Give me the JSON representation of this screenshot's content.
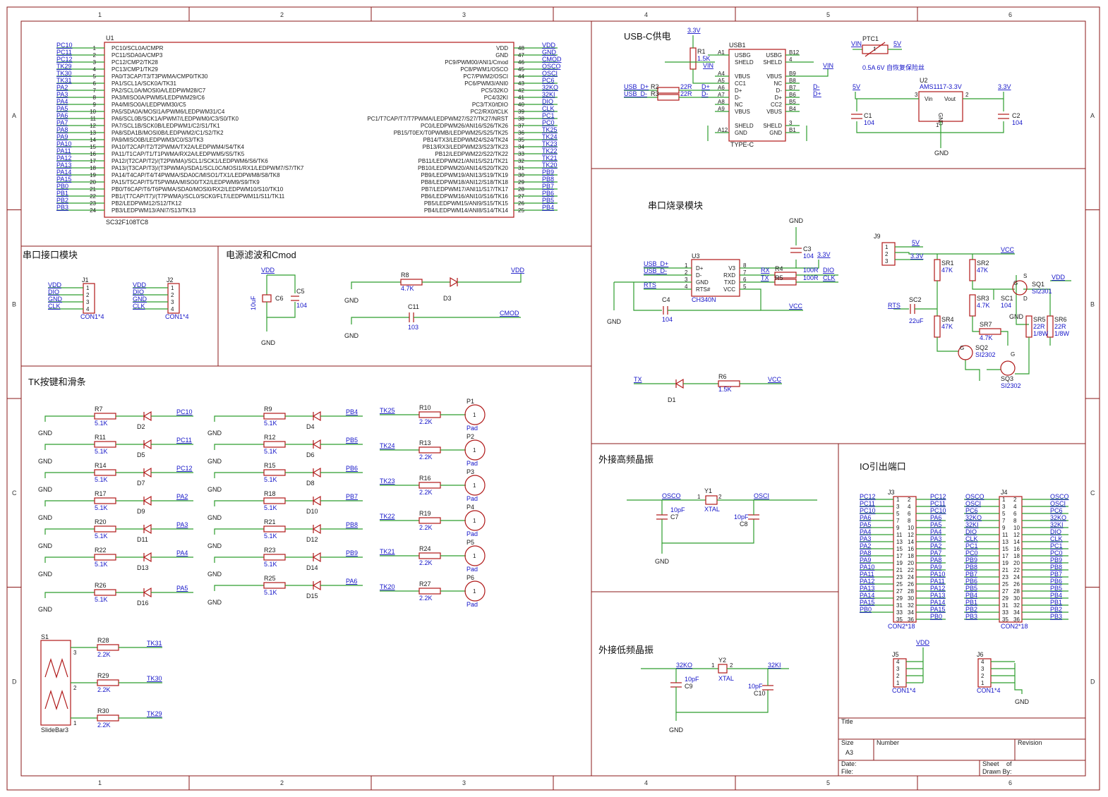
{
  "border": {
    "cols": [
      "1",
      "2",
      "3",
      "4",
      "5",
      "6"
    ],
    "rows": [
      "A",
      "B",
      "C",
      "D"
    ]
  },
  "sections": {
    "mcu": "",
    "usb_power": "USB-C供电",
    "uart_if": "串口接口模块",
    "power_filter": "电源滤波和Cmod",
    "uart_prog": "串口烧录模块",
    "tk_keys": "TK按键和滑条",
    "hf_osc": "外接高频晶振",
    "lf_osc": "外接低频晶振",
    "io_port": "IO引出端口"
  },
  "mcu": {
    "ref": "U1",
    "part": "SC32F108TC8",
    "left_nets": [
      "PC10",
      "PC11",
      "PC12",
      "TK29",
      "TK30",
      "TK31",
      "PA2",
      "PA3",
      "PA4",
      "PA5",
      "PA6",
      "PA7",
      "PA8",
      "PA9",
      "PA10",
      "PA11",
      "PA12",
      "PA13",
      "PA14",
      "PA15",
      "PB0",
      "PB1",
      "PB2",
      "PB3"
    ],
    "left_pins": [
      "PC10/SCL0A/CMPR",
      "PC11/SDA0A/CMP3",
      "PC12/CMP2/TK28",
      "PC13/CMP1/TK29",
      "PA0/T3CAP/T3/T3PWMA/CMP0/TK30",
      "PA1/SCL1A/SCK0A/TK31",
      "PA2/SCL0A/MOSI0A/LEDPWM28/C7",
      "PA3/MISO0A/PWM5/LEDPWM29/C6",
      "PA4/MISO0A/LEDPWM30/C5",
      "PA5/SDA0A/MOSI1A/PWM6/LEDPWM31/C4",
      "PA6/SCL0B/SCK1A/PWM7/LEDPWM0/C3/S0/TK0",
      "PA7/SCL1B/SCK0B/LEDPWM1/C2/S1/TK1",
      "PA8/SDA1B/MOSI0B/LEDPWM2/C1/S2/TK2",
      "PA9/MISO0B/LEDPWM3/C0/S3/TK3",
      "PA10/T2CAP/T2/T2PWMA/TX2A/LEDPWM4/S4/TK4",
      "PA11/T1CAP/T1/T1PWMA/RX2A/LEDPWM5/S5/TK5",
      "PA12/(T2CAP/T2)/(T2PWMA)/SCL1/SCK1/LEDPWM6/S6/TK6",
      "PA13/(T3CAP/T3)/(T3PWMA)/SDA1/SCL0C/MOSI1/RX1/LEDPWM7/S7/TK7",
      "PA14/T4CAP/T4/T4PWMA/SDA0C/MISO1/TX1/LEDPWM8/S8/TK8",
      "PA15/T5CAP/T5/T5PWMA/MISO0/TX2/LEDPWM9/S9/TK9",
      "PB0/T6CAP/T6/T6PWMA/SDA0/MOSI0/RX2/LEDPWM10/S10/TK10",
      "PB1/(T7CAP/T7)/(T7PWMA)/SCL0/SCK0/FLT/LEDPWM11/S11/TK11",
      "PB2/LEDPWM12/S12/TK12",
      "PB3/LEDPWM13/ANI7/S13/TK13"
    ],
    "left_nums": [
      "1",
      "2",
      "3",
      "4",
      "5",
      "6",
      "7",
      "8",
      "9",
      "10",
      "11",
      "12",
      "13",
      "14",
      "15",
      "16",
      "17",
      "18",
      "19",
      "20",
      "21",
      "22",
      "23",
      "24"
    ],
    "right_pins": [
      "VDD",
      "GND",
      "PC9/PWM00/ANI1/Cmod",
      "PC8/PWM1/OSCO",
      "PC7/PWM2/OSCI",
      "PC6/PWM3/ANI0",
      "PC5/32KO",
      "PC4/32KI",
      "PC3/TX0/tDIO",
      "PC2/RX0/tCLK",
      "PC1/T7CAP/T7/T7PWMA/LEDPWM27/S27/TK27/NRST",
      "PC0/LEDPWM26/ANI16/S26/TK26",
      "PB15/T0EX/T0PWMB/LEDPWM25/S25/TK25",
      "PB14/TX3/LEDPWM24/S24/TK24",
      "PB13/RX3/LEDPWM23/S23/TK23",
      "PB12/LEDPWM22/S22/TK22",
      "PB11/LEDPWM21/ANI15/S21/TK21",
      "PB10/LEDPWM20/ANI14/S20/TK20",
      "PB9/LEDPWM19/ANI13/S19/TK19",
      "PB8/LEDPWM18/ANI12/S18/TK18",
      "PB7/LEDPWM17/ANI11/S17/TK17",
      "PB6/LEDPWM16/ANI10/S16/TK16",
      "PB5/LEDPWM15/ANI9/S15/TK15",
      "PB4/LEDPWM14/ANI8/S14/TK14"
    ],
    "right_nums": [
      "48",
      "47",
      "46",
      "45",
      "44",
      "43",
      "42",
      "41",
      "40",
      "39",
      "38",
      "37",
      "36",
      "35",
      "34",
      "33",
      "32",
      "31",
      "30",
      "29",
      "28",
      "27",
      "26",
      "25"
    ],
    "right_nets": [
      "VDD",
      "GND",
      "CMOD",
      "OSCO",
      "OSCI",
      "PC6",
      "32KO",
      "32KI",
      "DIO",
      "CLK",
      "PC1",
      "PC0",
      "TK25",
      "TK24",
      "TK23",
      "TK22",
      "TK21",
      "TK20",
      "PB9",
      "PB8",
      "PB7",
      "PB6",
      "PB5",
      "PB4"
    ]
  },
  "usb": {
    "ref": "USB1",
    "part": "TYPE-C",
    "pins_left": [
      "A1",
      "A4",
      "A5",
      "A6",
      "A7",
      "A8",
      "A9",
      "A12"
    ],
    "pins_right": [
      "B12",
      "4",
      "B9",
      "B8",
      "B7",
      "B6",
      "B5",
      "B4",
      "3",
      "B1"
    ],
    "labels_left": [
      "USBG",
      "SHELD",
      "VBUS",
      "CC1",
      "D+",
      "D-",
      "NC",
      "VBUS",
      "SHELD",
      "GND"
    ],
    "labels_right": [
      "USBG",
      "SHELD",
      "VBUS",
      "NC",
      "D-",
      "D+",
      "CC2",
      "VBUS",
      "SHELD",
      "GND"
    ],
    "r1": "R1",
    "r1_val": "1.5K",
    "r2": "R2",
    "r3": "R3",
    "r_val": "22R",
    "nets": [
      "3.3V",
      "VIN",
      "USB_D+",
      "USB_D-",
      "D+",
      "D-",
      "VIN",
      "D-",
      "D+"
    ]
  },
  "ptc": {
    "ref": "PTC1",
    "desc": "0.5A 6V 自恢复保险丝",
    "in": "VIN",
    "out": "5V",
    "t": "t"
  },
  "ldo": {
    "ref": "U2",
    "part": "AMS1117-3.3V",
    "vin": "Vin",
    "vout": "Vout",
    "gnd": "GND",
    "in": "5V",
    "out": "3.3V",
    "c1": "C1",
    "c2": "C2",
    "cval": "104",
    "p3": "3",
    "p2": "2",
    "p1": "1",
    "gnd_label": "GND"
  },
  "uart_if": {
    "j1": "J1",
    "j2": "J2",
    "part": "CON1*4",
    "nets": [
      "VDD",
      "DIO",
      "GND",
      "CLK"
    ],
    "nums": [
      "1",
      "2",
      "3",
      "4"
    ]
  },
  "power_filter": {
    "vdd": "VDD",
    "gnd": "GND",
    "c6": "C6",
    "c6v": "10uF",
    "c5": "C5",
    "c5v": "104",
    "r8": "R8",
    "r8v": "4.7K",
    "d3": "D3",
    "c11": "C11",
    "c11v": "103",
    "cmod": "CMOD"
  },
  "uart_prog": {
    "u3": "U3",
    "part": "CH340N",
    "lpins": [
      "D+",
      "D-",
      "GND",
      "RTS#"
    ],
    "rpins": [
      "V3",
      "RXD",
      "TXD",
      "VCC"
    ],
    "lnums": [
      "1",
      "2",
      "3",
      "4"
    ],
    "rnums": [
      "8",
      "7",
      "6",
      "5"
    ],
    "usbdp": "USB_D+",
    "usbdm": "USB_D-",
    "rts": "RTS",
    "c3": "C3",
    "c3v": "104",
    "v33": "3.3V",
    "gnd": "GND",
    "rx": "RX",
    "tx": "TX",
    "r4": "R4",
    "r5": "R5",
    "rv": "100R",
    "dio": "DIO",
    "clk": "CLK",
    "c4": "C4",
    "c4v": "104",
    "vcc": "VCC",
    "d1": "D1",
    "r6": "R6",
    "r6v": "1.5K",
    "tx2": "TX",
    "vcc2": "VCC",
    "j9": "J9",
    "j9nums": [
      "1",
      "2",
      "3"
    ],
    "v5": "5V",
    "v33b": "3.3V",
    "vcc3": "VCC",
    "sr1": "SR1",
    "sr2": "SR2",
    "sr3": "SR3",
    "sr4": "SR4",
    "sr5": "SR5",
    "sr6": "SR6",
    "sr7": "SR7",
    "v47k": "47K",
    "v47": "4.7K",
    "v22r": "22R",
    "v18w": "1/8W",
    "sc1": "SC1",
    "sc1v": "104",
    "sc2": "SC2",
    "sc2v": "22uF",
    "rts2": "RTS",
    "sq1": "SQ1",
    "sq1v": "SI2301",
    "sq2": "SQ2",
    "sq2v": "SI2302",
    "sq3": "SQ3",
    "sq3v": "SI2302",
    "vdd": "VDD",
    "gnd2": "GND",
    "g": "G",
    "s": "S",
    "d": "D"
  },
  "tk": {
    "col1": [
      {
        "r": "R7",
        "d": "D2",
        "net": "PC10"
      },
      {
        "r": "R11",
        "d": "D5",
        "net": "PC11"
      },
      {
        "r": "R14",
        "d": "D7",
        "net": "PC12"
      },
      {
        "r": "R17",
        "d": "D9",
        "net": "PA2"
      },
      {
        "r": "R20",
        "d": "D11",
        "net": "PA3"
      },
      {
        "r": "R22",
        "d": "D13",
        "net": "PA4"
      },
      {
        "r": "R26",
        "d": "D16",
        "net": "PA5"
      }
    ],
    "col2": [
      {
        "r": "R9",
        "d": "D4",
        "net": "PB4"
      },
      {
        "r": "R12",
        "d": "D6",
        "net": "PB5"
      },
      {
        "r": "R15",
        "d": "D8",
        "net": "PB6"
      },
      {
        "r": "R18",
        "d": "D10",
        "net": "PB7"
      },
      {
        "r": "R21",
        "d": "D12",
        "net": "PB8"
      },
      {
        "r": "R23",
        "d": "D14",
        "net": "PB9"
      },
      {
        "r": "R25",
        "d": "D15",
        "net": "PA6"
      }
    ],
    "col3": [
      {
        "net": "TK25",
        "r": "R10",
        "p": "P1"
      },
      {
        "net": "TK24",
        "r": "R13",
        "p": "P2"
      },
      {
        "net": "TK23",
        "r": "R16",
        "p": "P3"
      },
      {
        "net": "TK22",
        "r": "R19",
        "p": "P4"
      },
      {
        "net": "TK21",
        "r": "R24",
        "p": "P5"
      },
      {
        "net": "TK20",
        "r": "R27",
        "p": "P6"
      }
    ],
    "rval": "5.1K",
    "rval2": "2.2K",
    "gnd": "GND",
    "pad": "Pad",
    "padnum": "1",
    "slider": {
      "ref": "S1",
      "part": "SlideBar3",
      "nums": [
        "3",
        "2",
        "1"
      ],
      "r": [
        "R28",
        "R29",
        "R30"
      ],
      "nets": [
        "TK31",
        "TK30",
        "TK29"
      ],
      "rv": "2.2K"
    }
  },
  "hf": {
    "osco": "OSCO",
    "osci": "OSCI",
    "y": "Y1",
    "xtal": "XTAL",
    "c7": "C7",
    "c8": "C8",
    "cv": "10pF",
    "gnd": "GND",
    "p1": "1",
    "p2": "2"
  },
  "lf": {
    "o": "32KO",
    "i": "32KI",
    "y": "Y2",
    "xtal": "XTAL",
    "c9": "C9",
    "c10": "C10",
    "cv": "10pF",
    "gnd": "GND",
    "p1": "1",
    "p2": "2"
  },
  "io": {
    "j3": "J3",
    "j4": "J4",
    "part": "CON2*18",
    "j3_left": [
      "PC12",
      "PC11",
      "PC10",
      "PA6",
      "PA5",
      "PA4",
      "PA3",
      "PA2",
      "PA8",
      "PA9",
      "PA10",
      "PA11",
      "PA12",
      "PA13",
      "PA14",
      "PA15",
      "PB0"
    ],
    "j3_right": [
      "PC12",
      "PC11",
      "PC10",
      "PA6",
      "PA5",
      "PA4",
      "PA3",
      "PA2",
      "PA7",
      "PA8",
      "PA9",
      "PA10",
      "PA11",
      "PA12",
      "PA13",
      "PA14",
      "PA15",
      "PB0"
    ],
    "j4_left": [
      "OSCO",
      "OSCI",
      "PC6",
      "32KO",
      "32KI",
      "DIO",
      "CLK",
      "PC1",
      "PC0",
      "PB9",
      "PB8",
      "PB7",
      "PB6",
      "PB5",
      "PB4",
      "PB1",
      "PB2",
      "PB3"
    ],
    "j4_right": [
      "OSCO",
      "OSCI",
      "PC6",
      "32KO",
      "32KI",
      "DIO",
      "CLK",
      "PC1",
      "PC0",
      "PB9",
      "PB8",
      "PB7",
      "PB6",
      "PB5",
      "PB4",
      "PB1",
      "PB2",
      "PB3"
    ],
    "pairs_l": [
      "1",
      "3",
      "5",
      "7",
      "9",
      "11",
      "13",
      "15",
      "17",
      "19",
      "21",
      "23",
      "25",
      "27",
      "29",
      "31",
      "33",
      "35"
    ],
    "pairs_r": [
      "2",
      "4",
      "6",
      "8",
      "10",
      "12",
      "14",
      "16",
      "18",
      "20",
      "22",
      "24",
      "26",
      "28",
      "30",
      "32",
      "34",
      "36"
    ],
    "j5": "J5",
    "j6": "J6",
    "j56part": "CON1*4",
    "vdd": "VDD",
    "gnd": "GND",
    "nums4": [
      "4",
      "3",
      "2",
      "1"
    ]
  },
  "titleblock": {
    "title": "Title",
    "size": "Size",
    "size_val": "A3",
    "number": "Number",
    "revision": "Revision",
    "date": "Date:",
    "file": "File:",
    "sheet": "Sheet",
    "of": "of",
    "drawn": "Drawn By:"
  }
}
